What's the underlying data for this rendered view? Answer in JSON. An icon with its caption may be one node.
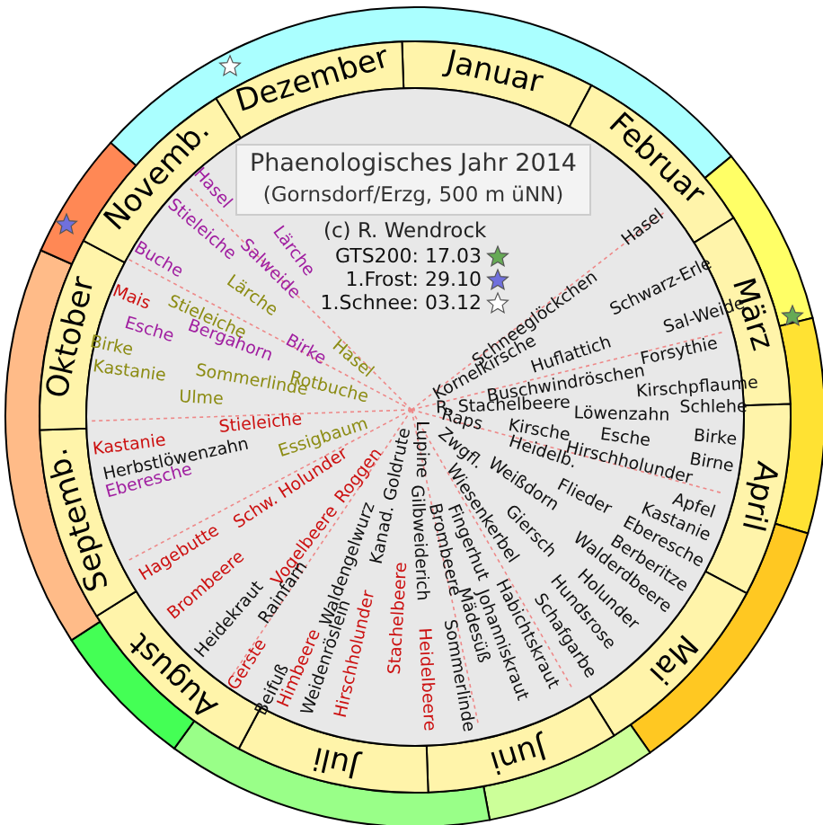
{
  "diagram": {
    "title": "Phaenologisches Jahr 2014",
    "labels": [
      "(Gornsdorf/Erzg, 500 m üNN)",
      "(c) R. Wendrock",
      "Januar",
      "Februar",
      "März",
      "April",
      "Mai",
      "Juli",
      "Juni",
      "August",
      "Septemb.",
      "Oktober",
      "Novemb.",
      "Dezember",
      "Hasel",
      "Stieleiche",
      "Lärche",
      "Salweide",
      "Buche",
      "Lärche",
      "Stieleiche",
      "Mais",
      "Esche",
      "Bergahorn",
      "Birke",
      "Hasel",
      "Birke",
      "Kastanie",
      "Sommerlinde",
      "Ulme",
      "Rotbuche",
      "Stieleiche",
      "Essigbaum",
      "Kastanie",
      "Herbstlöwenzahn",
      "Eberesche",
      "Schw. Holunder",
      "Roggen",
      "Kanad. Goldrute",
      "Vogelbeere",
      "Hagebutte",
      "Brombeere",
      "Heidekraut",
      "Rainfarn",
      "Waldengelwurz",
      "Gerste",
      "Beifuß",
      "Himbeere",
      "Weidenröslein",
      "Hirschholunder",
      "Stachelbeere",
      "Heidelbeere",
      "Gilbweiderich",
      "Sommerlinde",
      "Johanniskraut",
      "Mädesüß",
      "Brombeere",
      "Lupine",
      "Fingerhut",
      "Habichtskraut",
      "Schafgarbe",
      "Giersch",
      "Hundsrose",
      "Holunder",
      "Wiesenkerbel",
      "Zwgfl.",
      "Weißdorn",
      "Raps",
      "Flieder",
      "Walderdbeere",
      "Berberitze",
      "Eberesche",
      "Kastanie",
      "Apfel",
      "Heidelb.",
      "Hirschholunder",
      "Birne",
      "Kirsche",
      "Esche",
      "Birke",
      "R. Stachelbeere",
      "Löwenzahn",
      "Schlehe",
      "Kirschpflaume",
      "Buschwindröschen",
      "Kornelkirsche",
      "Huflattich",
      "Forsythie",
      "Sal-Weide",
      "Schwarz-Erle",
      "Schneeglöckchen",
      "Hasel"
    ],
    "legend": [
      {
        "text": "GTS200: 17.03"
      },
      {
        "text": "1.Frost: 29.10"
      },
      {
        "text": "1.Schnee: 03.12"
      }
    ]
  }
}
